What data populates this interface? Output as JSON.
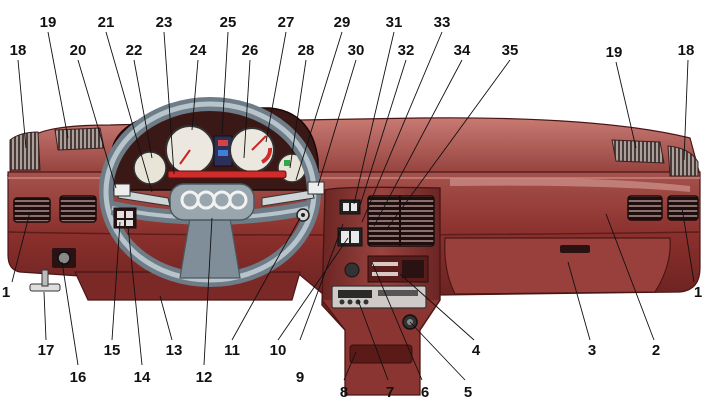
{
  "colors": {
    "dash_main": "#8a2f2c",
    "dash_light": "#b25b55",
    "dash_dark": "#5c1c1a",
    "vent_dark": "#2a1212",
    "grille": "#9c8e8a",
    "gauge_face": "#ece8df",
    "wheel_rim": "#7f8e99",
    "wheel_light": "#b8c4cb",
    "stripe_red": "#cf2c2c",
    "lamp_green": "#2ea84a",
    "lamp_blue": "#2e6fc6",
    "label_text": "#111111",
    "leader_line": "#111111"
  },
  "callouts": [
    {
      "id": "1",
      "text": "1"
    },
    {
      "id": "1r",
      "text": "1"
    },
    {
      "id": "2",
      "text": "2"
    },
    {
      "id": "3",
      "text": "3"
    },
    {
      "id": "4",
      "text": "4"
    },
    {
      "id": "5",
      "text": "5"
    },
    {
      "id": "6",
      "text": "6"
    },
    {
      "id": "7",
      "text": "7"
    },
    {
      "id": "8",
      "text": "8"
    },
    {
      "id": "9",
      "text": "9"
    },
    {
      "id": "10",
      "text": "10"
    },
    {
      "id": "11",
      "text": "11"
    },
    {
      "id": "12",
      "text": "12"
    },
    {
      "id": "13",
      "text": "13"
    },
    {
      "id": "14",
      "text": "14"
    },
    {
      "id": "15",
      "text": "15"
    },
    {
      "id": "16",
      "text": "16"
    },
    {
      "id": "17",
      "text": "17"
    },
    {
      "id": "18",
      "text": "18"
    },
    {
      "id": "18r",
      "text": "18"
    },
    {
      "id": "19",
      "text": "19"
    },
    {
      "id": "19r",
      "text": "19"
    },
    {
      "id": "20",
      "text": "20"
    },
    {
      "id": "21",
      "text": "21"
    },
    {
      "id": "22",
      "text": "22"
    },
    {
      "id": "23",
      "text": "23"
    },
    {
      "id": "24",
      "text": "24"
    },
    {
      "id": "25",
      "text": "25"
    },
    {
      "id": "26",
      "text": "26"
    },
    {
      "id": "27",
      "text": "27"
    },
    {
      "id": "28",
      "text": "28"
    },
    {
      "id": "29",
      "text": "29"
    },
    {
      "id": "30",
      "text": "30"
    },
    {
      "id": "31",
      "text": "31"
    },
    {
      "id": "32",
      "text": "32"
    },
    {
      "id": "33",
      "text": "33"
    },
    {
      "id": "34",
      "text": "34"
    },
    {
      "id": "35",
      "text": "35"
    }
  ]
}
